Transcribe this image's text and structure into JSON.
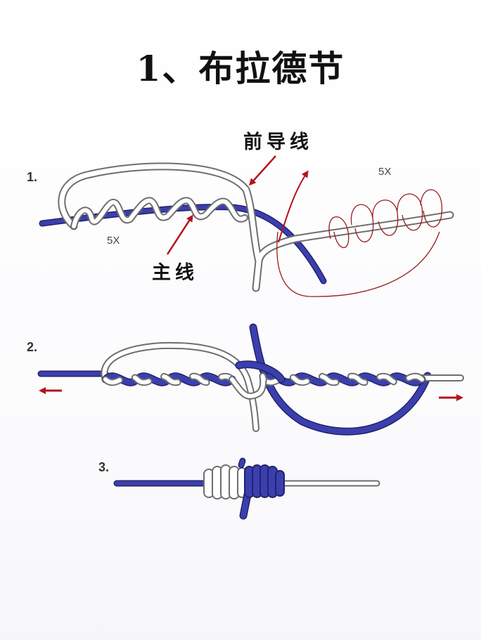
{
  "title": "1、布拉德节",
  "steps": [
    {
      "label": "1."
    },
    {
      "label": "2."
    },
    {
      "label": "3."
    }
  ],
  "labels": {
    "leader_line": "前导线",
    "main_line": "主线",
    "wrap_count_left": "5X",
    "wrap_count_right": "5X"
  },
  "colors": {
    "main_line": "#3b3fae",
    "leader_line": "#ffffff",
    "leader_outline": "#6e6e6e",
    "arrow": "#b5121b",
    "loop_outline": "#9a1c1c"
  }
}
